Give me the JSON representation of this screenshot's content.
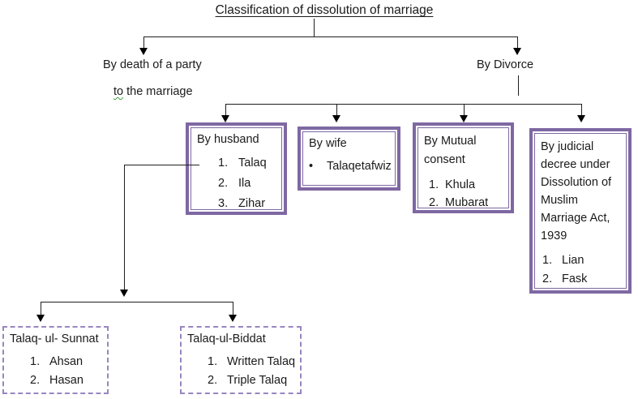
{
  "title": "Classification of dissolution of marriage",
  "left_branch": {
    "line1": "By death of a party",
    "line2_word": "to",
    "line2_rest": " the marriage"
  },
  "right_branch": {
    "label": "By Divorce"
  },
  "divorce_boxes": [
    {
      "heading": "By husband",
      "items": [
        {
          "marker": "1.",
          "label": "Talaq"
        },
        {
          "marker": "2.",
          "label": "Ila"
        },
        {
          "marker": "3.",
          "label": "Zihar"
        }
      ]
    },
    {
      "heading": "By wife",
      "items": [
        {
          "marker": "•",
          "label": "Talaqetafwiz"
        }
      ]
    },
    {
      "heading": "By Mutual consent",
      "items": [
        {
          "marker": "1.",
          "label": "Khula"
        },
        {
          "marker": "2.",
          "label": "Mubarat"
        }
      ]
    },
    {
      "heading": "By judicial decree under Dissolution of Muslim Marriage Act, 1939",
      "items": [
        {
          "marker": "1.",
          "label": "Lian"
        },
        {
          "marker": "2.",
          "label": "Fask"
        }
      ]
    }
  ],
  "talaq_types": [
    {
      "heading": "Talaq- ul- Sunnat",
      "items": [
        {
          "marker": "1.",
          "label": "Ahsan"
        },
        {
          "marker": "2.",
          "label": "Hasan"
        }
      ]
    },
    {
      "heading": "Talaq-ul-Biddat",
      "items": [
        {
          "marker": "1.",
          "label": "Written Talaq"
        },
        {
          "marker": "2.",
          "label": "Triple Talaq"
        }
      ]
    }
  ],
  "colors": {
    "solid_box_border": "#7e68a2",
    "dashed_box_border": "#9887c0",
    "connector_line": "#1f1f1f",
    "arrowhead": "#000000",
    "text": "#1a1a1a",
    "spellcheck_underline": "#3a9e3a"
  }
}
